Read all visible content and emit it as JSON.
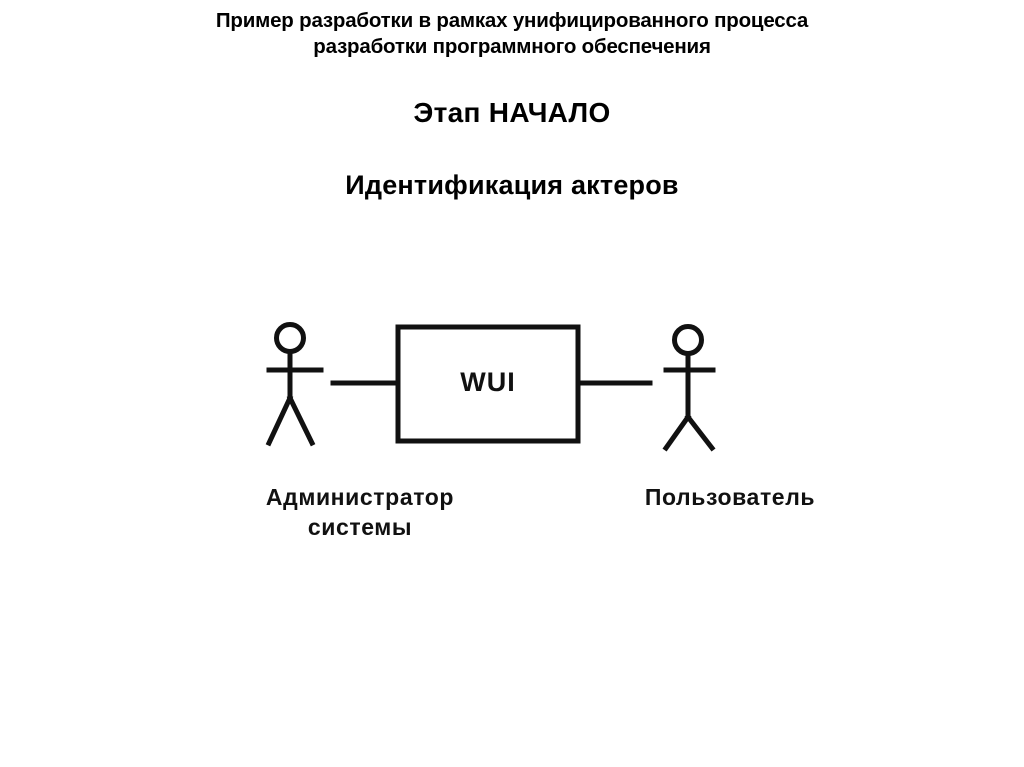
{
  "slide": {
    "background_color": "#ffffff",
    "ink_color": "#000000",
    "title": {
      "line1": "Пример разработки в рамках унифицированного процесса",
      "line2": "разработки программного обеспечения"
    },
    "stage_heading": "Этап НАЧАЛО",
    "section_heading": "Идентификация актеров"
  },
  "diagram": {
    "type": "uml-use-case-context",
    "component": {
      "label": "WUI",
      "shape": "rectangle"
    },
    "actors": [
      {
        "id": "admin",
        "label_line1": "Администратор",
        "label_line2": "системы",
        "label": "Администратор системы",
        "position": "left"
      },
      {
        "id": "user",
        "label_line1": "Пользователь",
        "label_line2": "",
        "label": "Пользователь",
        "position": "right"
      }
    ],
    "associations": [
      {
        "from": "admin",
        "to": "WUI"
      },
      {
        "from": "WUI",
        "to": "user"
      }
    ]
  }
}
